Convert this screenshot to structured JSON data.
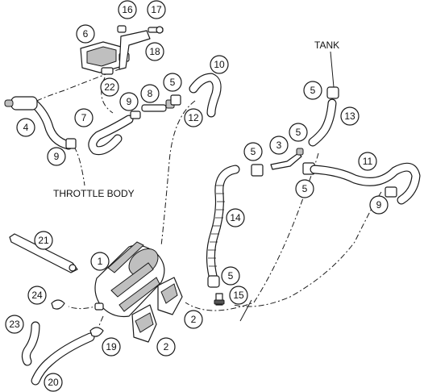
{
  "labels": {
    "tank": "TANK",
    "throttle_body": "THROTTLE BODY"
  },
  "callouts": {
    "c1": "1",
    "c2a": "2",
    "c2b": "2",
    "c3": "3",
    "c4": "4",
    "c5a": "5",
    "c5b": "5",
    "c5c": "5",
    "c5d": "5",
    "c5e": "5",
    "c5f": "5",
    "c6": "6",
    "c7": "7",
    "c8": "8",
    "c9a": "9",
    "c9b": "9",
    "c9c": "9",
    "c10": "10",
    "c11": "11",
    "c12": "12",
    "c13": "13",
    "c14": "14",
    "c15": "15",
    "c16": "16",
    "c17": "17",
    "c18": "18",
    "c19": "19",
    "c20": "20",
    "c21": "21",
    "c22": "22",
    "c23": "23",
    "c24": "24"
  }
}
